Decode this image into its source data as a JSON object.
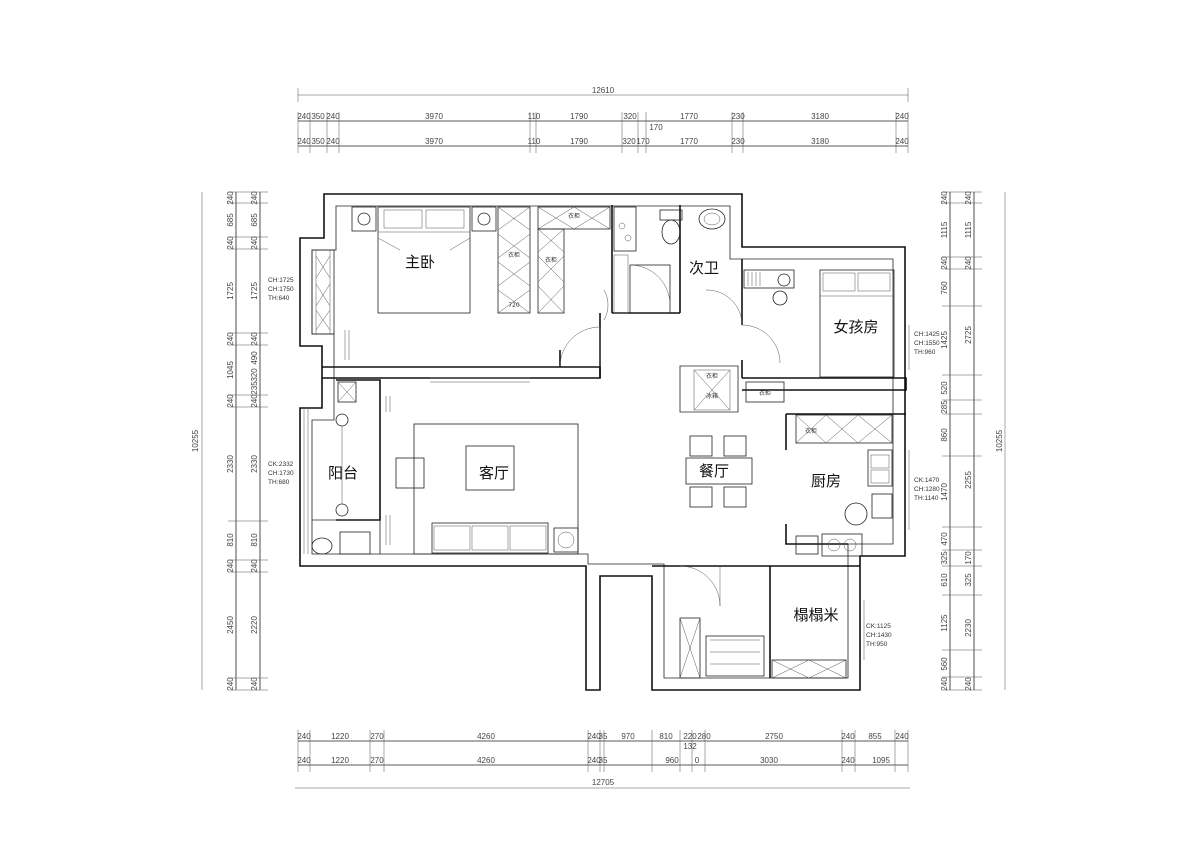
{
  "overall": {
    "top_total": "12610",
    "bottom_total": "12705",
    "left_total": "10255",
    "right_total": "10255"
  },
  "dims_top_row1": [
    "240",
    "350",
    "240",
    "3970",
    "110",
    "1790",
    "320",
    "1770",
    "230",
    "3180",
    "240"
  ],
  "dims_top_row1_extra": "170",
  "dims_top_row2": [
    "240",
    "350",
    "240",
    "3970",
    "110",
    "1790",
    "320",
    "170",
    "1770",
    "230",
    "3180",
    "240"
  ],
  "dims_bottom_row1": [
    "240",
    "1220",
    "270",
    "4260",
    "240",
    "35",
    "970",
    "810",
    "220",
    "280",
    "2750",
    "240",
    "855",
    "240"
  ],
  "dims_bottom_row1_extra": "132",
  "dims_bottom_row2": [
    "240",
    "1220",
    "270",
    "4260",
    "240",
    "35",
    "960",
    "0",
    "3030",
    "240",
    "1095"
  ],
  "dims_left_outer": [
    "240",
    "685",
    "240",
    "1725",
    "240",
    "1045",
    "240",
    "2330",
    "810",
    "240",
    "2450",
    "240"
  ],
  "dims_left_inner": [
    "240",
    "685",
    "240",
    "1725",
    "240",
    "490",
    "320",
    "235",
    "240",
    "2330",
    "810",
    "240",
    "2220",
    "240"
  ],
  "dims_right_outer": [
    "240",
    "1115",
    "240",
    "2725",
    "2255",
    "170",
    "325",
    "2230",
    "240"
  ],
  "dims_right_inner": [
    "240",
    "1115",
    "240",
    "760",
    "1425",
    "520",
    "285",
    "860",
    "1470",
    "470",
    "325",
    "610",
    "1125",
    "560",
    "240"
  ],
  "rooms": {
    "master_bedroom": "主卧",
    "second_bath": "次卫",
    "girl_room": "女孩房",
    "balcony": "阳台",
    "living_room": "客厅",
    "dining_room": "餐厅",
    "kitchen": "厨房",
    "tatami": "榻榻米"
  },
  "furniture": {
    "wardrobe": "衣柜",
    "fridge": "冰箱",
    "width_720": "720"
  },
  "windows": {
    "master": [
      "CH:1725",
      "CH:1750",
      "TH:640"
    ],
    "girl": [
      "CH:1425",
      "CH:1550",
      "TH:960"
    ],
    "balcony": [
      "CK:2332",
      "CH:1730",
      "TH:680"
    ],
    "kitchen": [
      "CK:1470",
      "CH:1280",
      "TH:1140"
    ],
    "tatami": [
      "CK:1125",
      "CH:1430",
      "TH:950"
    ]
  }
}
